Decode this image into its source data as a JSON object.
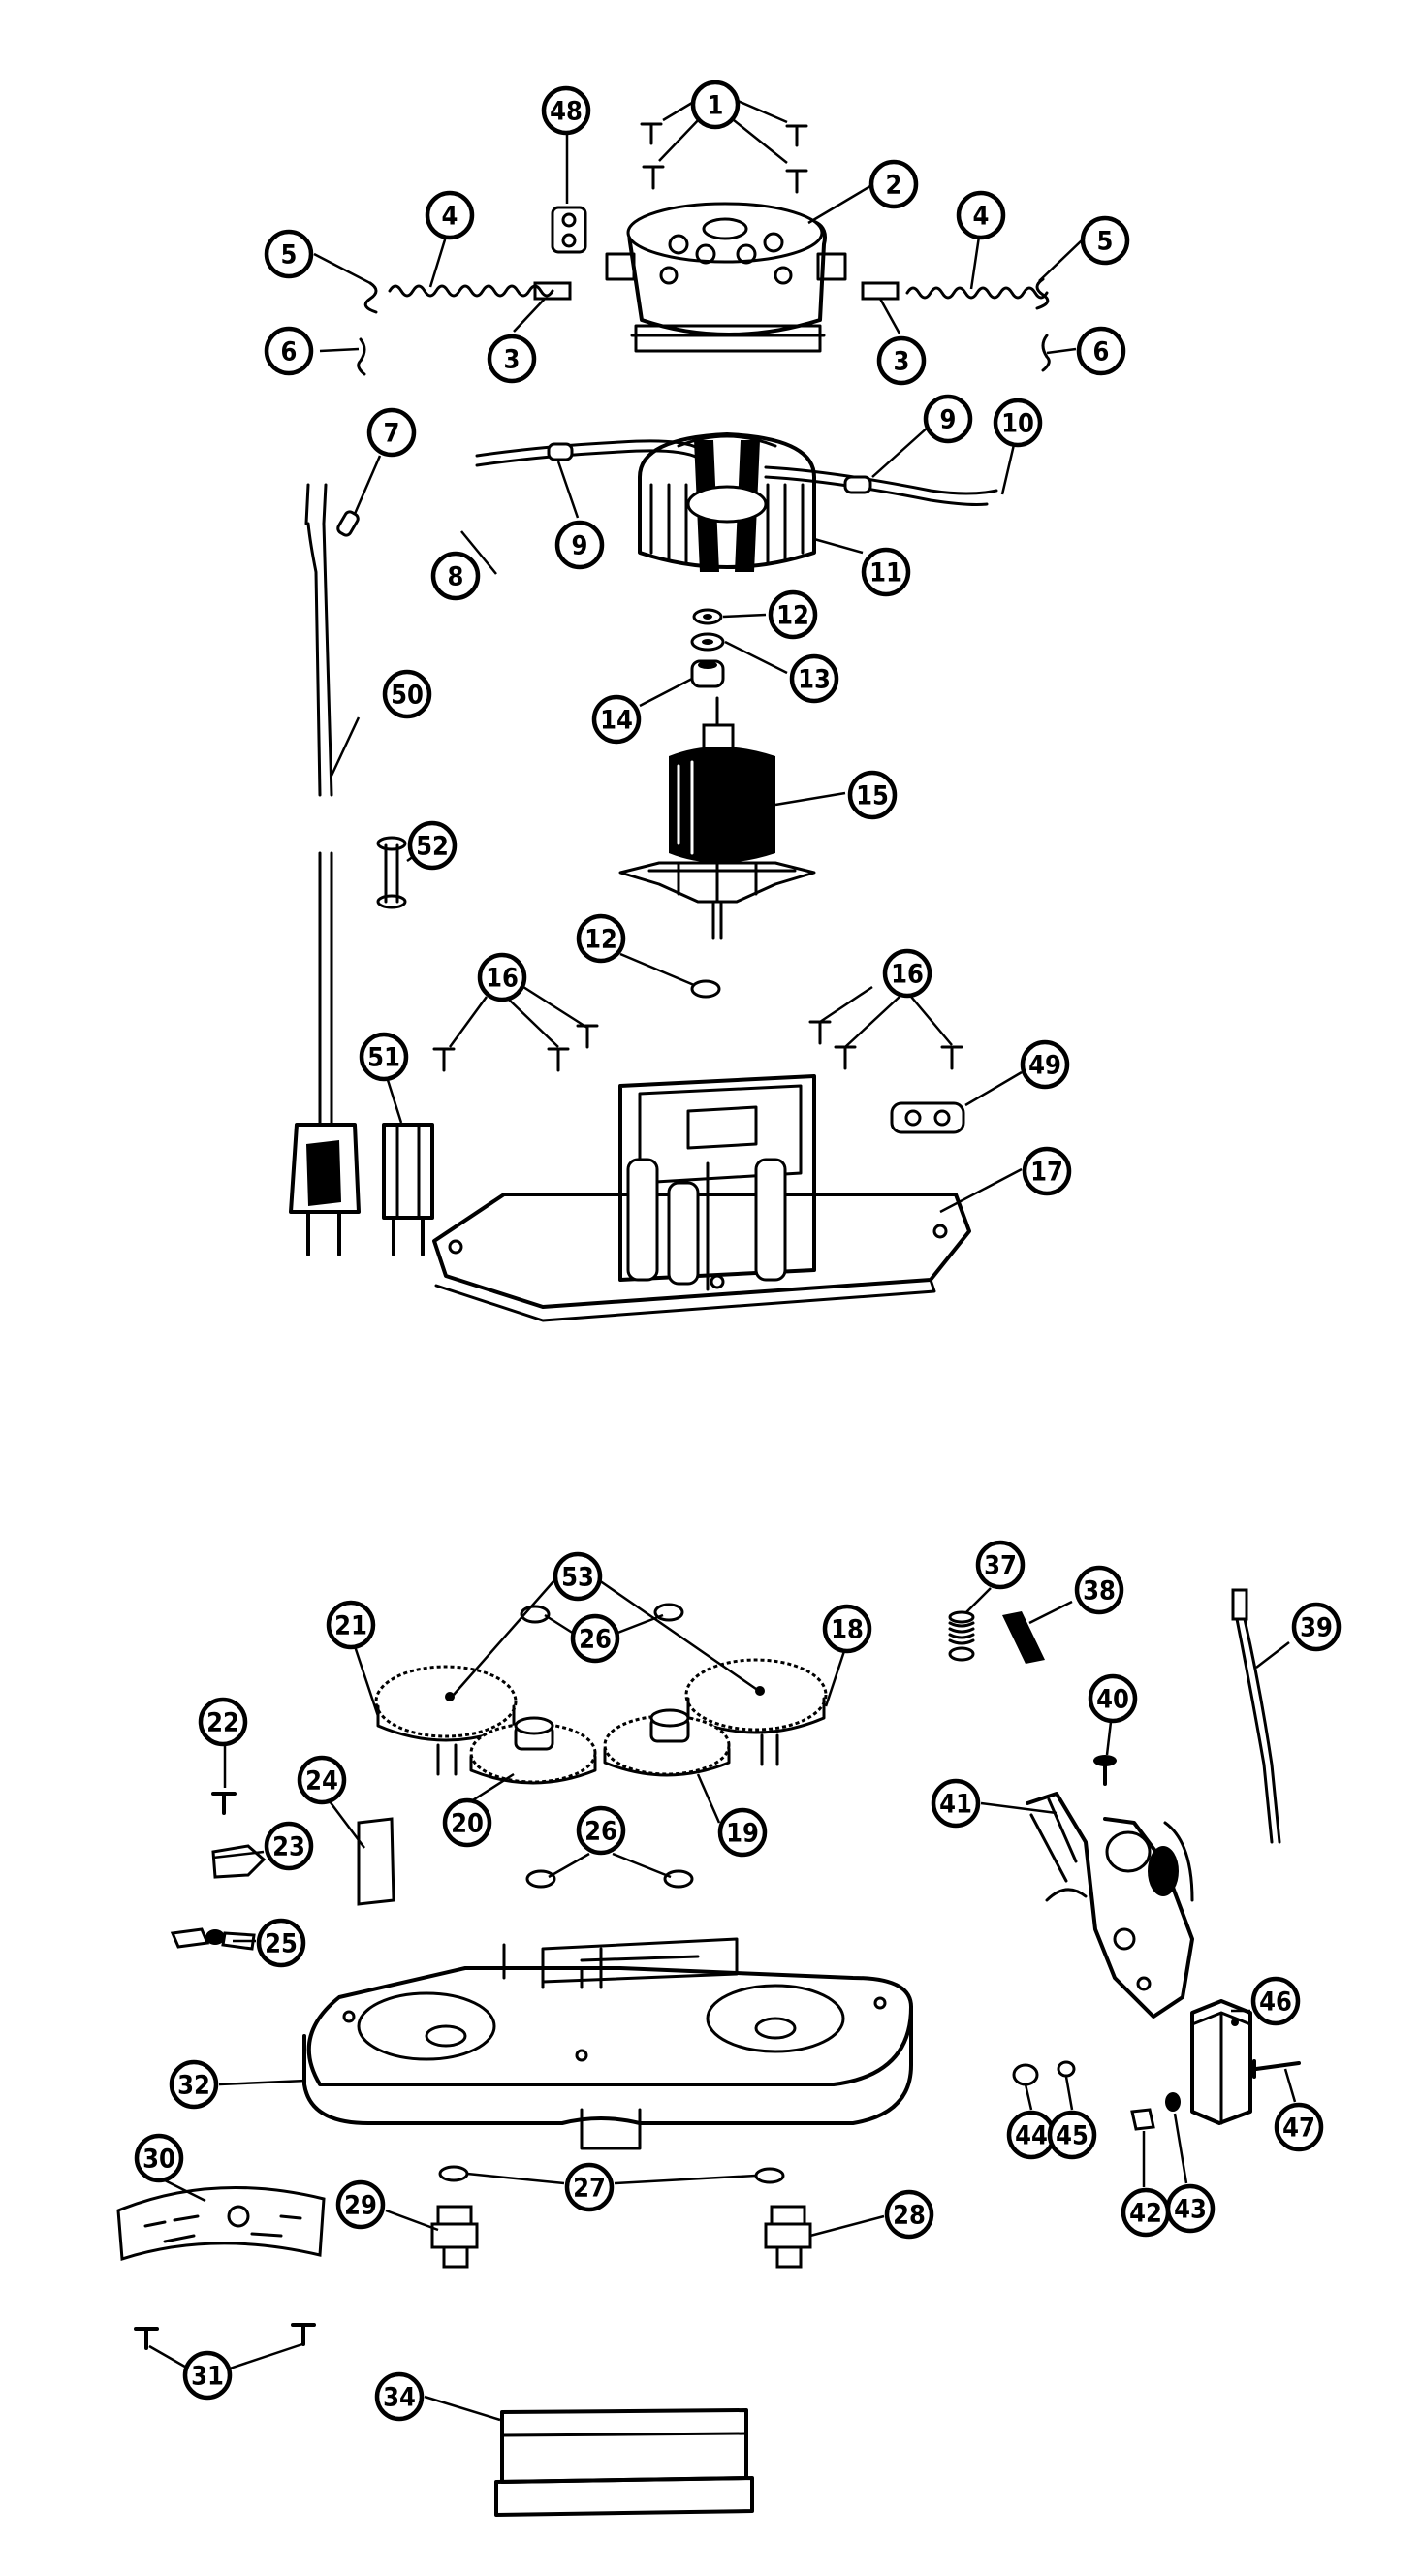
{
  "diagram": {
    "callouts": [
      {
        "id": "c1",
        "label": "1"
      },
      {
        "id": "c2",
        "label": "2"
      },
      {
        "id": "c3a",
        "label": "3"
      },
      {
        "id": "c3b",
        "label": "3"
      },
      {
        "id": "c4a",
        "label": "4"
      },
      {
        "id": "c4b",
        "label": "4"
      },
      {
        "id": "c5a",
        "label": "5"
      },
      {
        "id": "c5b",
        "label": "5"
      },
      {
        "id": "c6a",
        "label": "6"
      },
      {
        "id": "c6b",
        "label": "6"
      },
      {
        "id": "c7",
        "label": "7"
      },
      {
        "id": "c8",
        "label": "8"
      },
      {
        "id": "c9a",
        "label": "9"
      },
      {
        "id": "c9b",
        "label": "9"
      },
      {
        "id": "c10",
        "label": "10"
      },
      {
        "id": "c11",
        "label": "11"
      },
      {
        "id": "c12a",
        "label": "12"
      },
      {
        "id": "c12b",
        "label": "12"
      },
      {
        "id": "c13",
        "label": "13"
      },
      {
        "id": "c14",
        "label": "14"
      },
      {
        "id": "c15",
        "label": "15"
      },
      {
        "id": "c16a",
        "label": "16"
      },
      {
        "id": "c16b",
        "label": "16"
      },
      {
        "id": "c17",
        "label": "17"
      },
      {
        "id": "c18",
        "label": "18"
      },
      {
        "id": "c19",
        "label": "19"
      },
      {
        "id": "c20",
        "label": "20"
      },
      {
        "id": "c21",
        "label": "21"
      },
      {
        "id": "c22",
        "label": "22"
      },
      {
        "id": "c23",
        "label": "23"
      },
      {
        "id": "c24",
        "label": "24"
      },
      {
        "id": "c25",
        "label": "25"
      },
      {
        "id": "c26a",
        "label": "26"
      },
      {
        "id": "c26b",
        "label": "26"
      },
      {
        "id": "c27",
        "label": "27"
      },
      {
        "id": "c28",
        "label": "28"
      },
      {
        "id": "c29",
        "label": "29"
      },
      {
        "id": "c30",
        "label": "30"
      },
      {
        "id": "c31",
        "label": "31"
      },
      {
        "id": "c32",
        "label": "32"
      },
      {
        "id": "c34",
        "label": "34"
      },
      {
        "id": "c37",
        "label": "37"
      },
      {
        "id": "c38",
        "label": "38"
      },
      {
        "id": "c39",
        "label": "39"
      },
      {
        "id": "c40",
        "label": "40"
      },
      {
        "id": "c41",
        "label": "41"
      },
      {
        "id": "c42",
        "label": "42"
      },
      {
        "id": "c43",
        "label": "43"
      },
      {
        "id": "c44",
        "label": "44"
      },
      {
        "id": "c45",
        "label": "45"
      },
      {
        "id": "c46",
        "label": "46"
      },
      {
        "id": "c47",
        "label": "47"
      },
      {
        "id": "c48",
        "label": "48"
      },
      {
        "id": "c49",
        "label": "49"
      },
      {
        "id": "c50",
        "label": "50"
      },
      {
        "id": "c51",
        "label": "51"
      },
      {
        "id": "c52",
        "label": "52"
      },
      {
        "id": "c53",
        "label": "53"
      }
    ]
  }
}
